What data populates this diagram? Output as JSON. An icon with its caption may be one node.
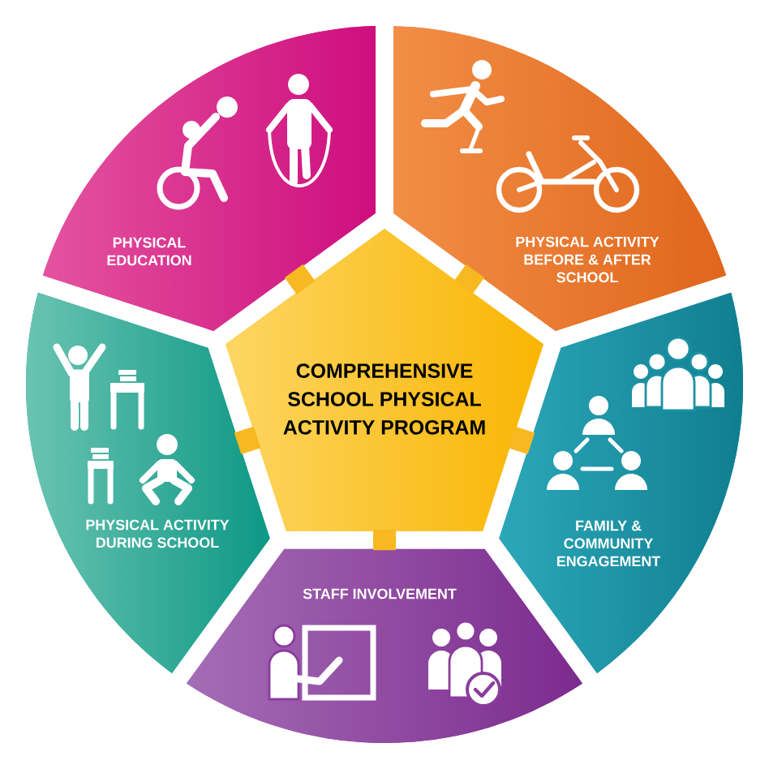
{
  "diagram": {
    "nodes": [
      {
        "text": [
          "COMPREHENSIVE SCHOOL PHYSICAL ACTIVITY PROGRAM"
        ]
      },
      {
        "text": [
          "PHYSICAL EDUCATION"
        ]
      },
      {
        "text": [
          "PHYSICAL ACTIVITY BEFORE & AFTER SCHOOL"
        ]
      },
      {
        "text": [
          "FAMILY & COMMUNITY ENGAGEMENT"
        ]
      },
      {
        "text": [
          "STAFF INVOLVEMENT"
        ]
      },
      {
        "text": [
          "PHYSICAL ACTIVITY DURING SCHOOL"
        ]
      }
    ],
    "edges": [
      {
        "from": 0,
        "to": 1,
        "arrow": "none"
      },
      {
        "from": 0,
        "to": 2,
        "arrow": "none"
      },
      {
        "from": 0,
        "to": 3,
        "arrow": "none"
      },
      {
        "from": 0,
        "to": 4,
        "arrow": "none"
      },
      {
        "from": 0,
        "to": 5,
        "arrow": "none"
      }
    ]
  }
}
